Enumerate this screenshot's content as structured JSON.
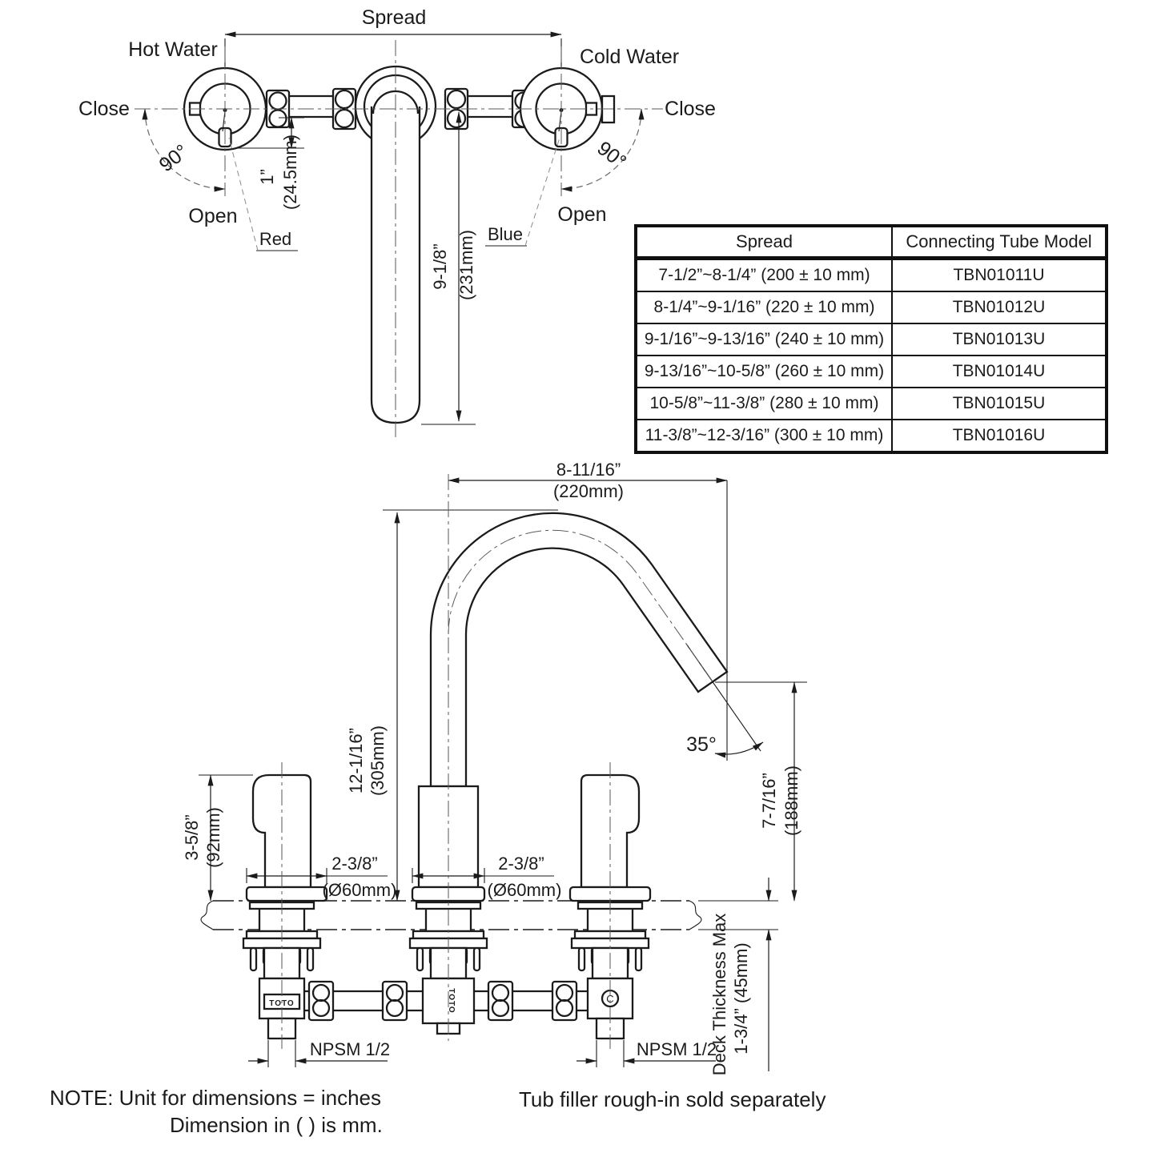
{
  "top_view": {
    "spread": "Spread",
    "hot_water": "Hot Water",
    "cold_water": "Cold Water",
    "close_left": "Close",
    "close_right": "Close",
    "open_left": "Open",
    "open_right": "Open",
    "angle_left": "90°",
    "angle_right": "90°",
    "red": "Red",
    "blue": "Blue",
    "offset_in": "1”",
    "offset_mm": "(24.5mm)",
    "reach_in": "9-1/8”",
    "reach_mm": "(231mm)"
  },
  "table": {
    "headers": [
      "Spread",
      "Connecting Tube Model"
    ],
    "rows": [
      {
        "spread": "7-1/2”~8-1/4” (200 ± 10 mm)",
        "model": "TBN01011U"
      },
      {
        "spread": "8-1/4”~9-1/16” (220 ± 10 mm)",
        "model": "TBN01012U"
      },
      {
        "spread": "9-1/16”~9-13/16” (240 ± 10 mm)",
        "model": "TBN01013U"
      },
      {
        "spread": "9-13/16”~10-5/8” (260 ± 10 mm)",
        "model": "TBN01014U"
      },
      {
        "spread": "10-5/8”~11-3/8” (280 ± 10 mm)",
        "model": "TBN01015U"
      },
      {
        "spread": "11-3/8”~12-3/16” (300 ± 10 mm)",
        "model": "TBN01016U"
      }
    ]
  },
  "front_view": {
    "reach_in": "8-11/16”",
    "reach_mm": "(220mm)",
    "height_in": "12-1/16”",
    "height_mm": "(305mm)",
    "angle": "35°",
    "outlet_height_in": "7-7/16”",
    "outlet_height_mm": "(188mm)",
    "handle_height_in": "3-5/8”",
    "handle_height_mm": "(92mm)",
    "handle_dia_in": "2-3/8”",
    "handle_dia_mm": "(Ø60mm)",
    "spout_dia_in": "2-3/8”",
    "spout_dia_mm": "(Ø60mm)",
    "npsm_left": "NPSM 1/2",
    "npsm_right": "NPSM 1/2",
    "deck_max_1": "Deck Thickness Max",
    "deck_max_2": "1-3/4” (45mm)",
    "brand_left": "TOTO",
    "brand_center": "TOTO",
    "cold_mark": "C"
  },
  "notes": {
    "line1": "NOTE: Unit for dimensions = inches",
    "line2": "Dimension in ( ) is mm.",
    "right": "Tub filler rough-in sold separately"
  }
}
